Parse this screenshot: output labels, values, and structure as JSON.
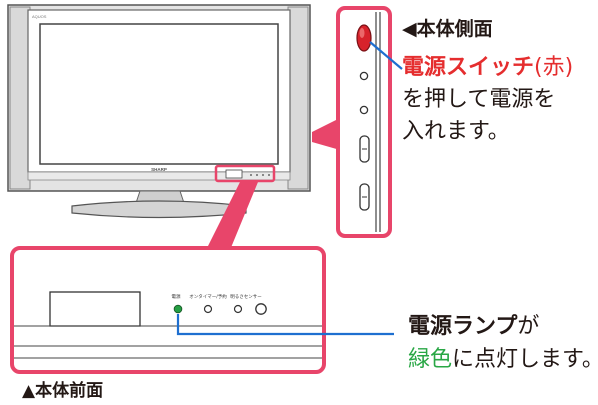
{
  "tv": {
    "brand": "SHARP",
    "model": "AQUOS"
  },
  "side": {
    "title": "◀本体側面",
    "switch_name": "電源スイッチ",
    "switch_color": "(赤)",
    "instruction_line1": "を押して電源を",
    "instruction_line2": "入れます。"
  },
  "front": {
    "title": "▲本体前面",
    "power_label": "電源",
    "timer_label": "オンタイマー/予約",
    "sensor_label": "明るさセンサー",
    "lamp_name": "電源ランプ",
    "lamp_suffix": "が",
    "lamp_color": "緑色",
    "lamp_desc": "に点灯します。"
  },
  "colors": {
    "callout": "#e8456a",
    "power_switch": "#d7222b",
    "lamp": "#25a043",
    "leader": "#1e6fd0"
  }
}
